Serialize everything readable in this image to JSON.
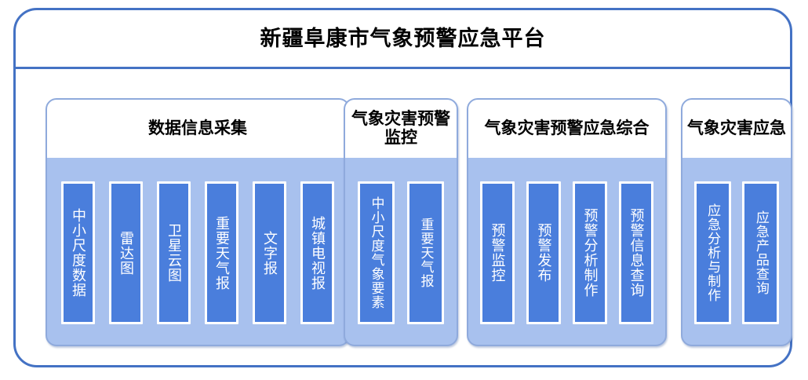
{
  "platform": {
    "title": "新疆阜康市气象预警应急平台",
    "accent_color": "#4472C4",
    "group_fill_color": "#A8C1EE",
    "item_fill_color": "#4A7EDC",
    "item_text_color": "#FFFFFF",
    "header_text_color": "#000000"
  },
  "groups": [
    {
      "title": "数据信息采集",
      "items": [
        {
          "label": "中小尺度数据"
        },
        {
          "label": "雷达图"
        },
        {
          "label": "卫星云图"
        },
        {
          "label": "重要天气报"
        },
        {
          "label": "文字报"
        },
        {
          "label": "城镇电视报"
        }
      ]
    },
    {
      "title": "气象灾害预警监控",
      "items": [
        {
          "label": "中小尺度气象要素"
        },
        {
          "label": "重要天气报"
        }
      ]
    },
    {
      "title": "气象灾害预警应急综合",
      "items": [
        {
          "label": "预警监控"
        },
        {
          "label": "预警发布"
        },
        {
          "label": "预警分析制作"
        },
        {
          "label": "预警信息查询"
        }
      ]
    },
    {
      "title": "气象灾害应急",
      "items": [
        {
          "label": "应急分析与制作"
        },
        {
          "label": "应急产品查询"
        }
      ]
    }
  ]
}
